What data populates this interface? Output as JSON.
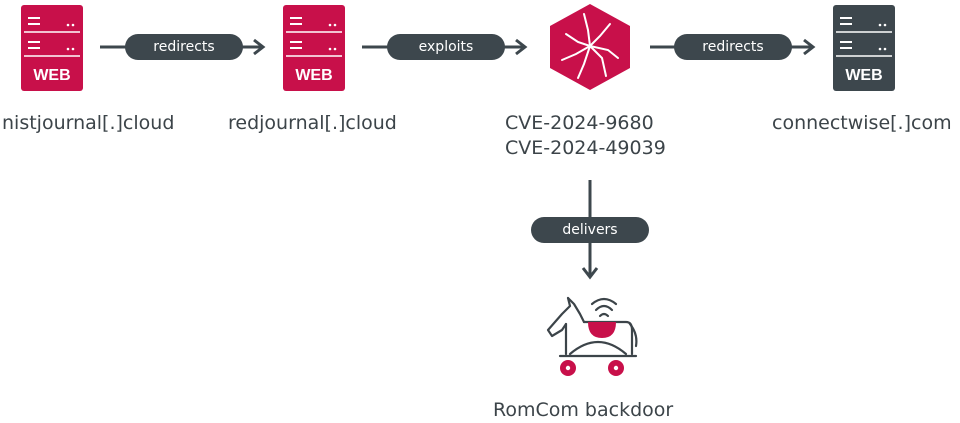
{
  "nodes": {
    "server1": {
      "label": "nistjournal[.]cloud",
      "badge": "WEB"
    },
    "server2": {
      "label": "redjournal[.]cloud",
      "badge": "WEB"
    },
    "exploit": {
      "cve1": "CVE-2024-9680",
      "cve2": "CVE-2024-49039"
    },
    "server3": {
      "label": "connectwise[.]com",
      "badge": "WEB"
    },
    "backdoor": {
      "label": "RomCom backdoor"
    }
  },
  "edges": {
    "e1": "redirects",
    "e2": "exploits",
    "e3": "redirects",
    "e4": "delivers"
  },
  "colors": {
    "malicious": "#c8104a",
    "benign": "#3d474d",
    "text": "#3c4449"
  }
}
